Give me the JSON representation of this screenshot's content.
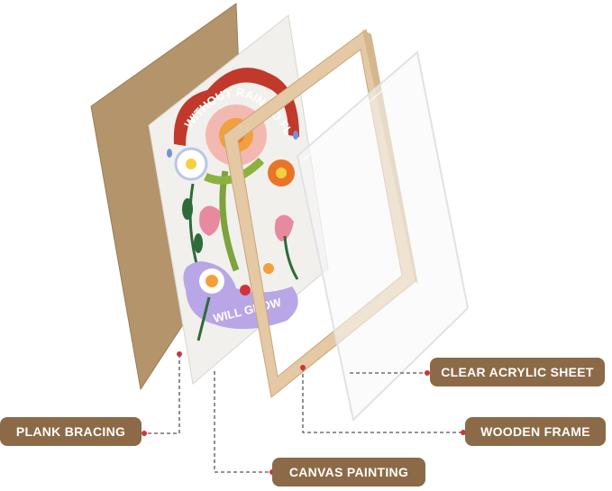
{
  "artwork": {
    "arch_text": "WITHOUT RAIN NO FLOWERS",
    "bottom_text": "WILL GROW"
  },
  "labels": {
    "acrylic": "CLEAR ACRYLIC SHEET",
    "frame": "WOODEN FRAME",
    "plank": "PLANK BRACING",
    "canvas": "CANVAS PAINTING"
  },
  "colors": {
    "label_bg": "#8c6a47",
    "label_text": "#ffffff",
    "plank": "#b4946b",
    "wood_frame": "#e4c9a4",
    "canvas_bg": "#f1f0ec",
    "accent_dot": "#d0323a",
    "leader_line": "#555555"
  }
}
